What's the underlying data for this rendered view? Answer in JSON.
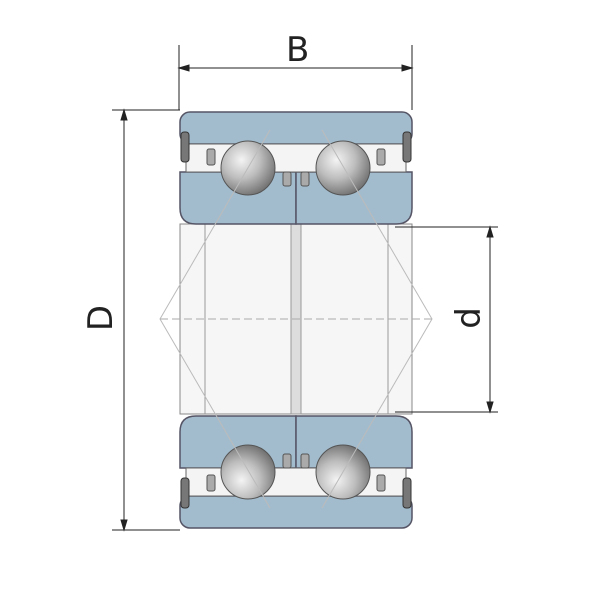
{
  "title": "Double row angular contact ball bearing dimensions",
  "labels": {
    "width": "B",
    "outer_diameter": "D",
    "bore_diameter": "d"
  },
  "colors": {
    "ring": "#9fb7c8",
    "ball": "#b8b8b8",
    "outline": "#555555",
    "line": "#222222"
  }
}
